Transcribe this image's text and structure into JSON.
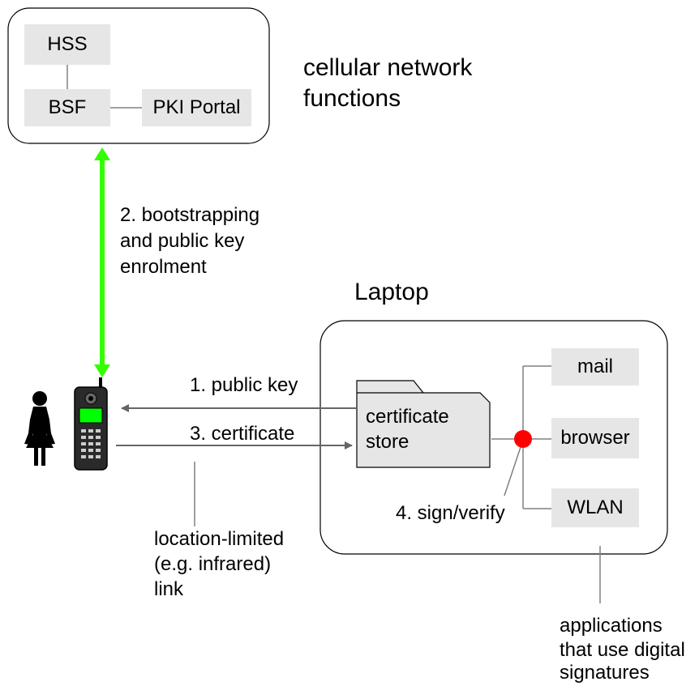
{
  "network": {
    "title_line1": "cellular network",
    "title_line2": "functions",
    "hss": "HSS",
    "bsf": "BSF",
    "pki_portal": "PKI Portal"
  },
  "laptop": {
    "title": "Laptop",
    "cert_store_line1": "certificate",
    "cert_store_line2": "store",
    "apps": [
      "mail",
      "browser",
      "WLAN"
    ],
    "sign_label": "4. sign/verify"
  },
  "steps": {
    "bootstrap_line1": "2. bootstrapping",
    "bootstrap_line2": "and public key",
    "bootstrap_line3": "enrolment",
    "public_key": "1. public key",
    "certificate": "3. certificate"
  },
  "notes": {
    "link_line1": "location-limited",
    "link_line2": "(e.g. infrared)",
    "link_line3": "link",
    "apps_line1": "applications",
    "apps_line2": "that use digital",
    "apps_line3": "signatures"
  },
  "colors": {
    "bootstrap_arrow": "#33ff00",
    "signature_dot": "#ff0000",
    "box_fill": "#e6e6e6",
    "connector": "#808080",
    "arrow": "#666666"
  }
}
